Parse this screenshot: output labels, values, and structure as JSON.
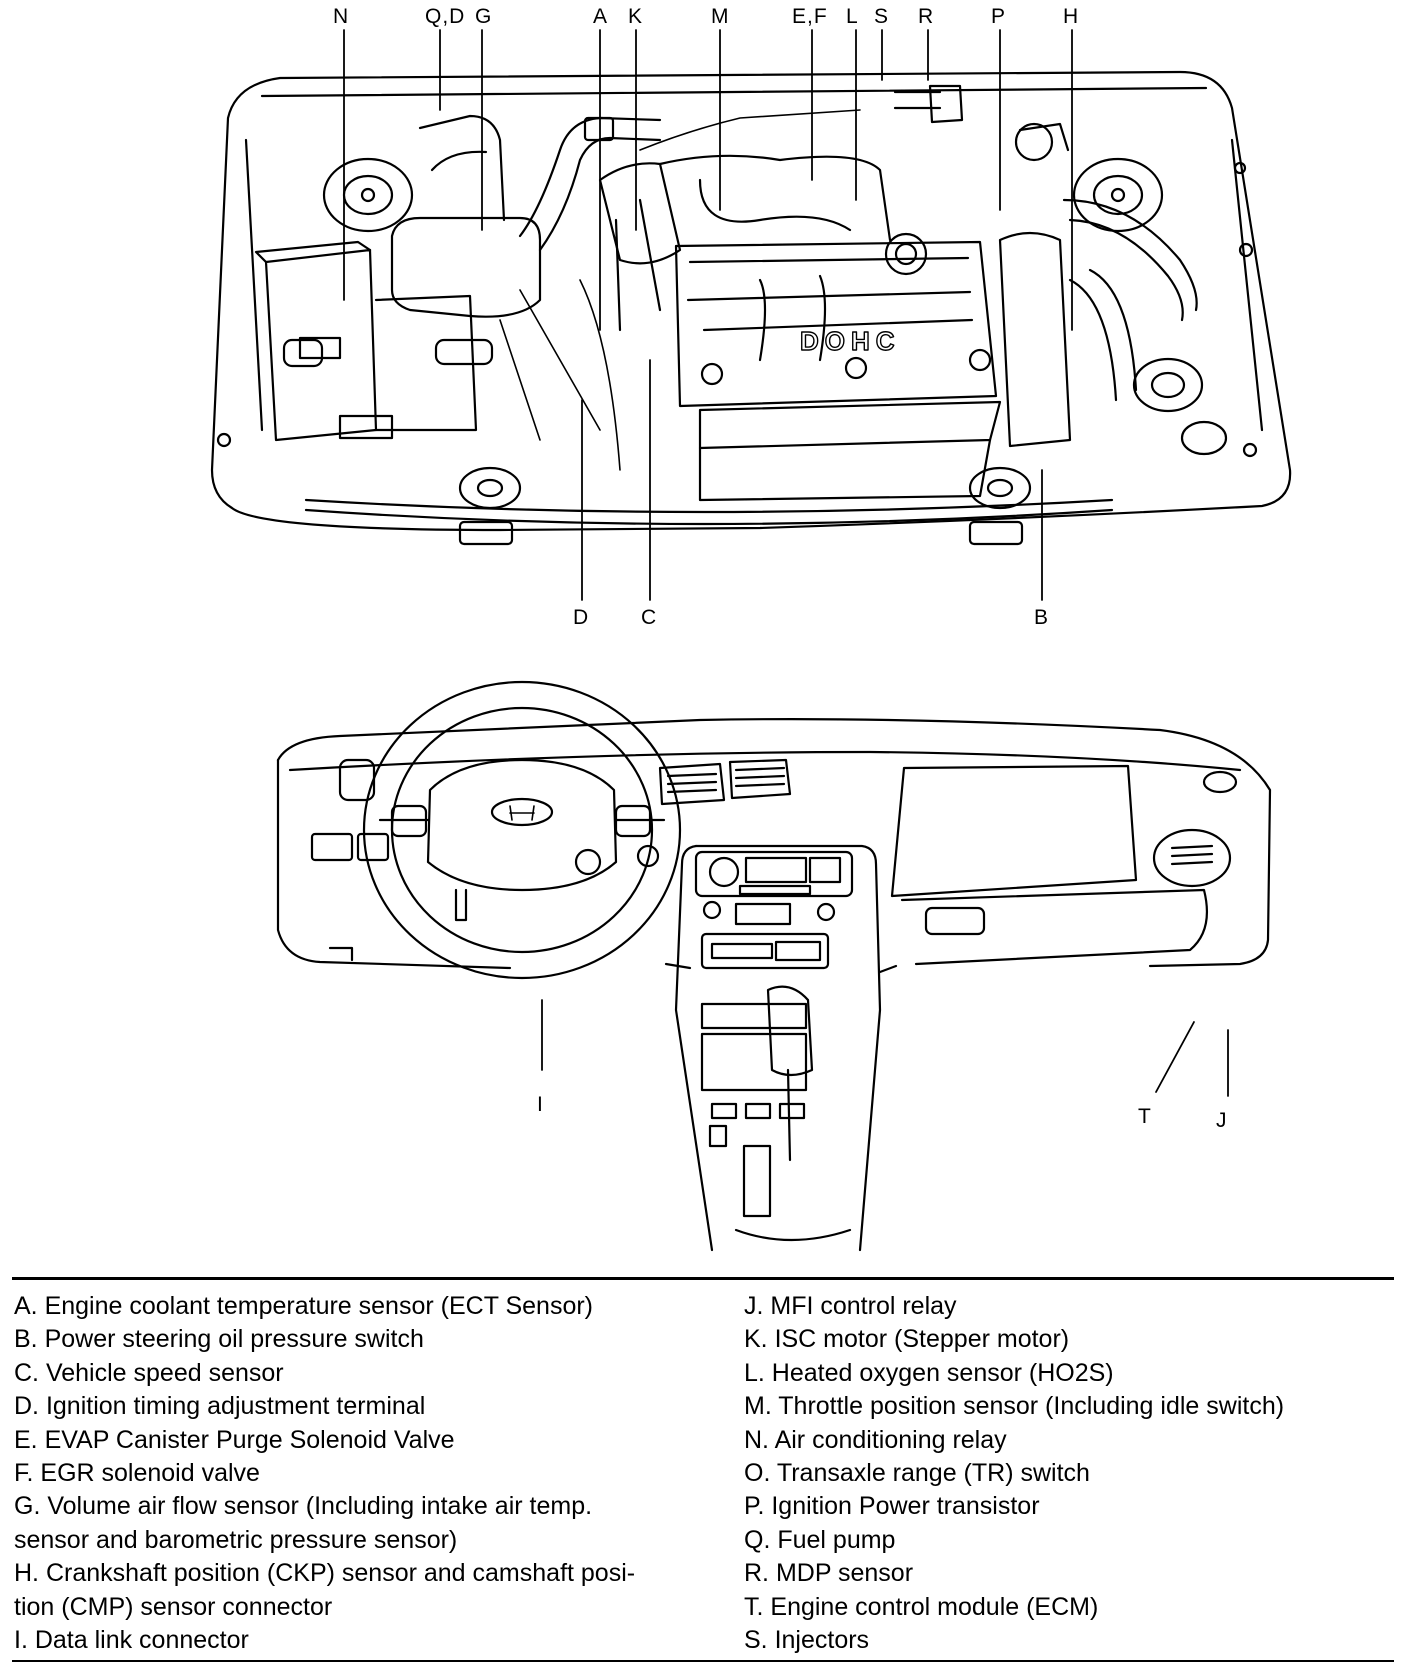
{
  "engine_callouts": {
    "N": "N",
    "QD": "Q,D",
    "G": "G",
    "A": "A",
    "K": "K",
    "M": "M",
    "EF": "E,F",
    "L": "L",
    "S": "S",
    "R": "R",
    "P": "P",
    "H": "H",
    "D": "D",
    "C": "C",
    "B": "B"
  },
  "dash_callouts": {
    "I": "I",
    "T": "T",
    "J": "J"
  },
  "legend_left": [
    "A. Engine coolant temperature sensor (ECT Sensor)",
    "B. Power steering oil pressure switch",
    "C. Vehicle speed sensor",
    "D. Ignition timing adjustment terminal",
    "E. EVAP Canister Purge Solenoid Valve",
    "F. EGR solenoid valve",
    "G. Volume air flow sensor (Including intake air temp.",
    "sensor and barometric pressure sensor)",
    "H. Crankshaft position (CKP) sensor and camshaft posi-",
    "tion (CMP) sensor connector",
    "I. Data link connector"
  ],
  "legend_right": [
    "J. MFI control relay",
    "K. ISC motor (Stepper motor)",
    "L. Heated oxygen sensor (HO2S)",
    "M. Throttle position sensor (Including idle switch)",
    "N. Air conditioning relay",
    "O. Transaxle range (TR) switch",
    "P. Ignition Power transistor",
    "Q. Fuel pump",
    "R. MDP sensor",
    "T. Engine control module (ECM)",
    "S. Injectors"
  ],
  "engine_badge": "DOHC"
}
